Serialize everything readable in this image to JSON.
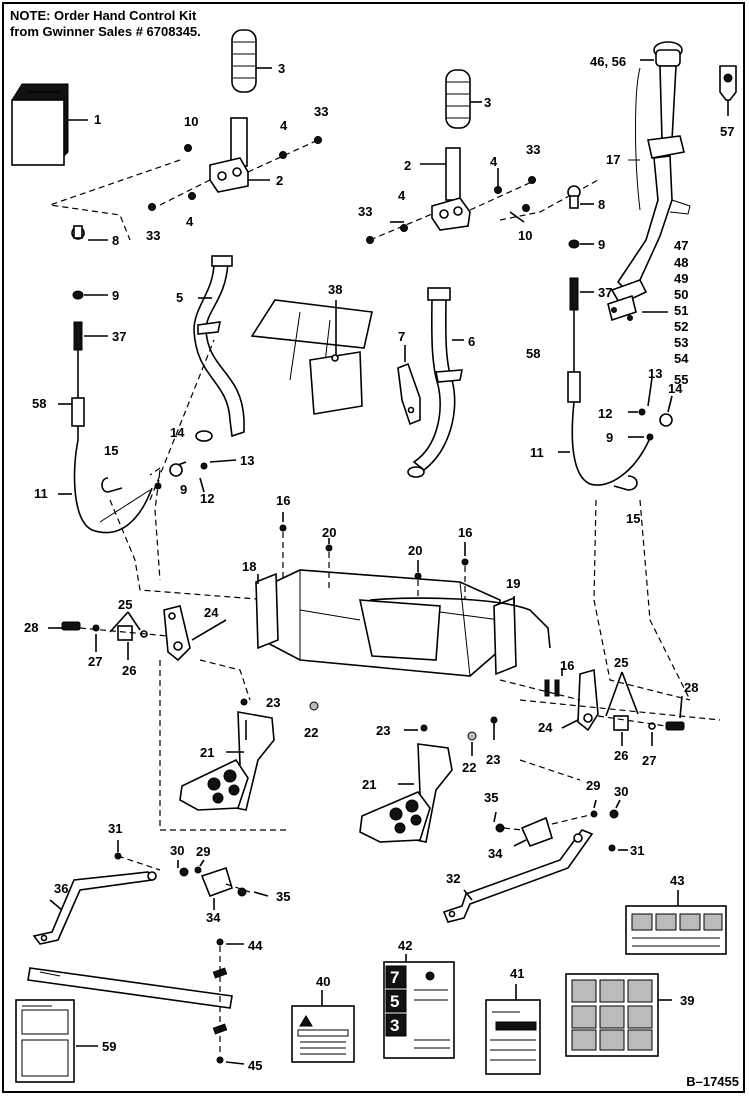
{
  "note": {
    "line1": "NOTE:  Order Hand Control Kit",
    "line2": "from Gwinner Sales # 6708345."
  },
  "document_number": "B–17455",
  "decal_text": {
    "d42_digits": [
      "7",
      "5",
      "3"
    ]
  },
  "callouts": [
    "1",
    "3",
    "10",
    "4",
    "33",
    "2",
    "33",
    "4",
    "8",
    "9",
    "37",
    "5",
    "58",
    "15",
    "14",
    "13",
    "9",
    "12",
    "11",
    "38",
    "3",
    "2",
    "4",
    "33",
    "33",
    "4",
    "8",
    "10",
    "9",
    "37",
    "7",
    "6",
    "58",
    "46, 56",
    "57",
    "17",
    "47",
    "48",
    "49",
    "50",
    "51",
    "52",
    "53",
    "54",
    "55",
    "13",
    "14",
    "12",
    "9",
    "11",
    "15",
    "16",
    "20",
    "18",
    "25",
    "28",
    "24",
    "27",
    "26",
    "23",
    "22",
    "21",
    "20",
    "16",
    "19",
    "16",
    "25",
    "28",
    "24",
    "26",
    "27",
    "23",
    "22",
    "23",
    "21",
    "35",
    "29",
    "30",
    "34",
    "31",
    "31",
    "30",
    "29",
    "36",
    "34",
    "35",
    "32",
    "43",
    "44",
    "42",
    "40",
    "41",
    "39",
    "59",
    "45"
  ]
}
